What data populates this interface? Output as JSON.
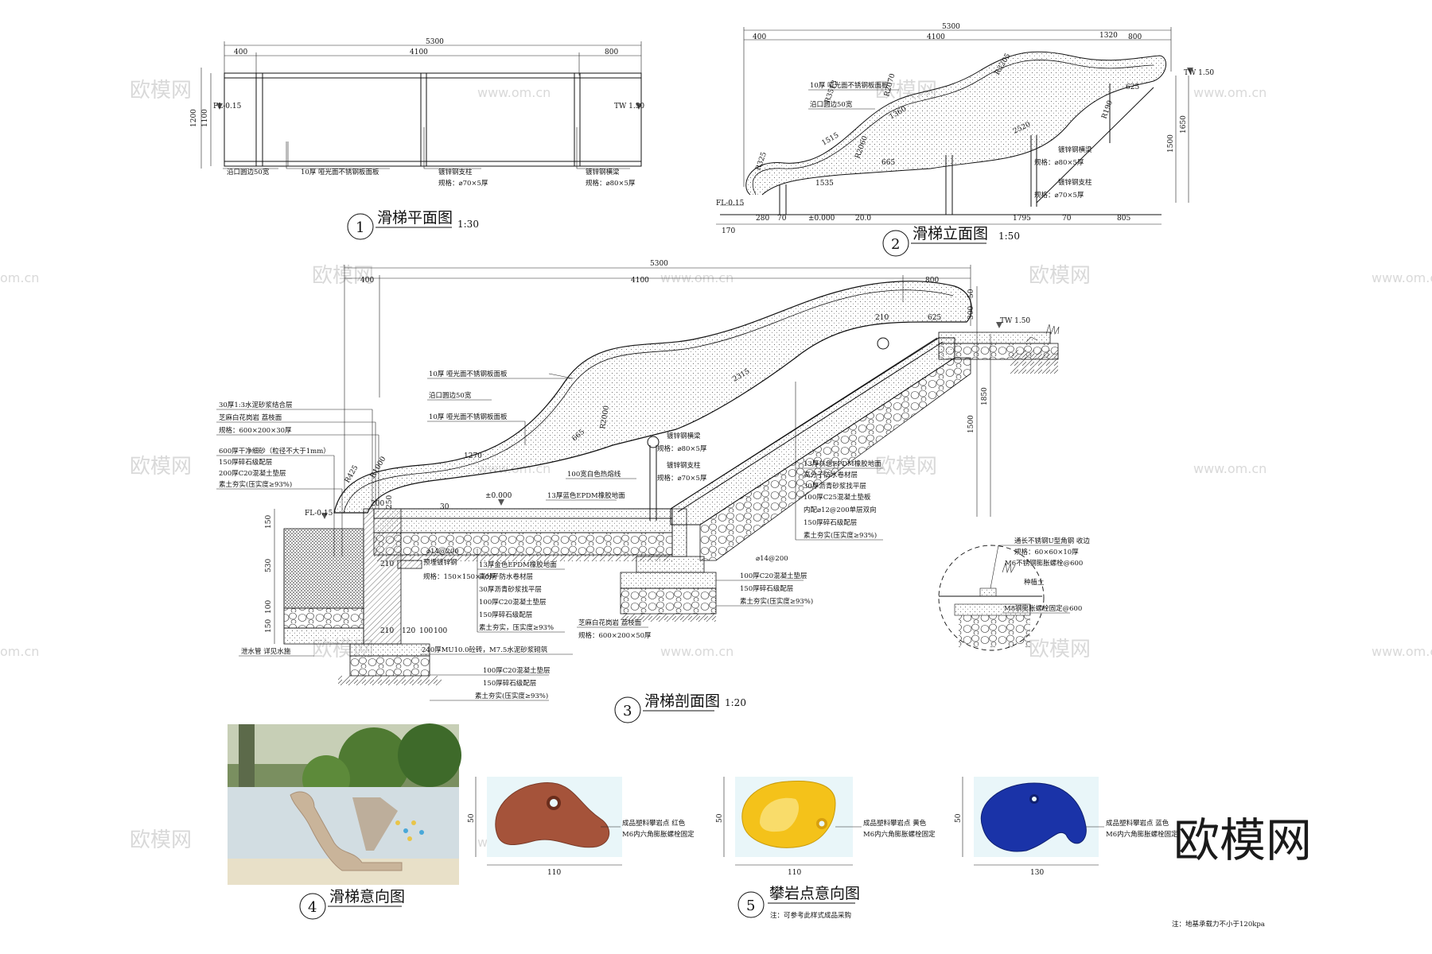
{
  "watermarks": {
    "cn": "欧模网",
    "url": "www.om.cn",
    "url_short": "om.cn",
    "brand": "欧模网"
  },
  "plan": {
    "title": "滑梯平面图",
    "num": "1",
    "scale": "1:30",
    "dims_top": [
      "400",
      "4100",
      "800"
    ],
    "total": "5300",
    "dim_left": [
      "1200",
      "1100"
    ],
    "level_left": "FL-0.15",
    "level_right": "TW 1.50",
    "notes": [
      "沿口圆边50宽",
      "10厚 哑光面不锈钢板面板",
      "镀锌钢支柱",
      "规格：⌀70×5厚",
      "镀锌钢横梁",
      "规格：⌀80×5厚"
    ]
  },
  "elev": {
    "title": "滑梯立面图",
    "num": "2",
    "scale": "1:50",
    "dims_top": [
      "400",
      "4100",
      "1320",
      "800"
    ],
    "total": "5300",
    "dims_bottom": [
      "170",
      "280",
      "70",
      "20.0",
      "1795",
      "70",
      "805"
    ],
    "level_left": "FL-0.15",
    "level_zero": "±0.000",
    "level_right": "TW 1.50",
    "dims_right": [
      "1500",
      "1650"
    ],
    "radii": [
      "R2070",
      "R2060",
      "R3513",
      "R380",
      "R325",
      "R3205",
      "R190",
      "R190"
    ],
    "inner": [
      "1360",
      "1515",
      "665",
      "2520",
      "625",
      "1535"
    ],
    "notes": [
      "10厚 哑光面不锈钢板面板",
      "沿口圆边50宽",
      "镀锌钢横梁",
      "规格：⌀80×5厚",
      "镀锌钢支柱",
      "规格：⌀70×5厚"
    ]
  },
  "section": {
    "title": "滑梯剖面图",
    "num": "3",
    "scale": "1:20",
    "dims_top": [
      "400",
      "4100",
      "800"
    ],
    "total": "5300",
    "dims_right": [
      "1500",
      "1850",
      "50",
      "300"
    ],
    "level_left": "FL-0.15",
    "level_zero": "±0.000",
    "level_right": "TW 1.50",
    "inner": [
      "1270",
      "2315",
      "665",
      "210",
      "625",
      "250",
      "200",
      "30",
      "R2000",
      "R1000",
      "R425"
    ],
    "notes_top": [
      "10厚 哑光面不锈钢板面板",
      "沿口圆边50宽",
      "10厚 哑光面不锈钢板面板"
    ],
    "notes_left": [
      "30厚1:3水泥砂浆结合层",
      "芝麻白花岗岩 荔枝面",
      "规格：600×200×30厚",
      "600厚干净细砂（粒径不大于1mm）",
      "150厚碎石级配层",
      "200厚C20混凝土垫层",
      "素土夯实(压实度≥93%)"
    ],
    "notes_mid": [
      "镀锌钢横梁",
      "规格：⌀80×5厚",
      "镀锌钢支柱",
      "规格：⌀70×5厚",
      "100宽白色热熔线",
      "13厚蓝色EPDM橡胶地面"
    ],
    "notes_right": [
      "13厚灰色EPDM橡胶地面",
      "高分子防水卷材层",
      "30厚沥青砂浆找平层",
      "100厚C25混凝土垫板",
      "内配⌀12@200单层双向",
      "150厚碎石级配层",
      "素土夯实(压实度≥93%)"
    ],
    "notes_bottom_mid": [
      "13厚金色EPDM橡胶地面",
      "高分子防水卷材层",
      "30厚沥青砂浆找平层",
      "100厚C20混凝土垫层",
      "150厚碎石级配层",
      "素土夯实，压实度≥93%"
    ],
    "notes_plate": [
      "预埋镀锌钢",
      "规格：150×150×10厚"
    ],
    "notes_footing": [
      "100厚C20混凝土垫层",
      "150厚碎石级配层",
      "素土夯实(压实度≥93%)"
    ],
    "notes_footing_left": [
      "240厚MU10.0砼砖，M7.5水泥砂浆砌筑",
      "100厚C20混凝土垫层",
      "150厚碎石级配层",
      "素土夯实(压实度≥93%)"
    ],
    "notes_stone": [
      "芝麻白花岗岩 荔枝面",
      "规格：600×200×50厚"
    ],
    "rebar": "⌀14@200",
    "drain": "泄水管  详见水施",
    "left_dims": [
      "150",
      "530",
      "100",
      "150",
      "120",
      "100",
      "100",
      "210",
      "210"
    ],
    "detail_notes": [
      "通长不锈钢U型角钢 收边",
      "规格：60×60×10厚",
      "M6不锈钢膨胀螺栓@600",
      "种植土",
      "M8钢膨胀螺栓固定@600"
    ]
  },
  "photo": {
    "title": "滑梯意向图",
    "num": "4"
  },
  "holds": {
    "title": "攀岩点意向图",
    "num": "5",
    "subnote": "注：可参考此样式成品采购",
    "items": [
      {
        "color": "#a5533a",
        "label": "成品塑料攀岩点 红色",
        "label2": "M6内六角膨胀螺栓固定",
        "w": "110",
        "h": "50"
      },
      {
        "color": "#f4c21a",
        "label": "成品塑料攀岩点 黄色",
        "label2": "M6内六角膨胀螺栓固定",
        "w": "110",
        "h": "50"
      },
      {
        "color": "#1a33a8",
        "label": "成品塑料攀岩点 蓝色",
        "label2": "M6内六角膨胀螺栓固定",
        "w": "130",
        "h": "50"
      }
    ]
  },
  "footnote": "注：地基承载力不小于120kpa"
}
